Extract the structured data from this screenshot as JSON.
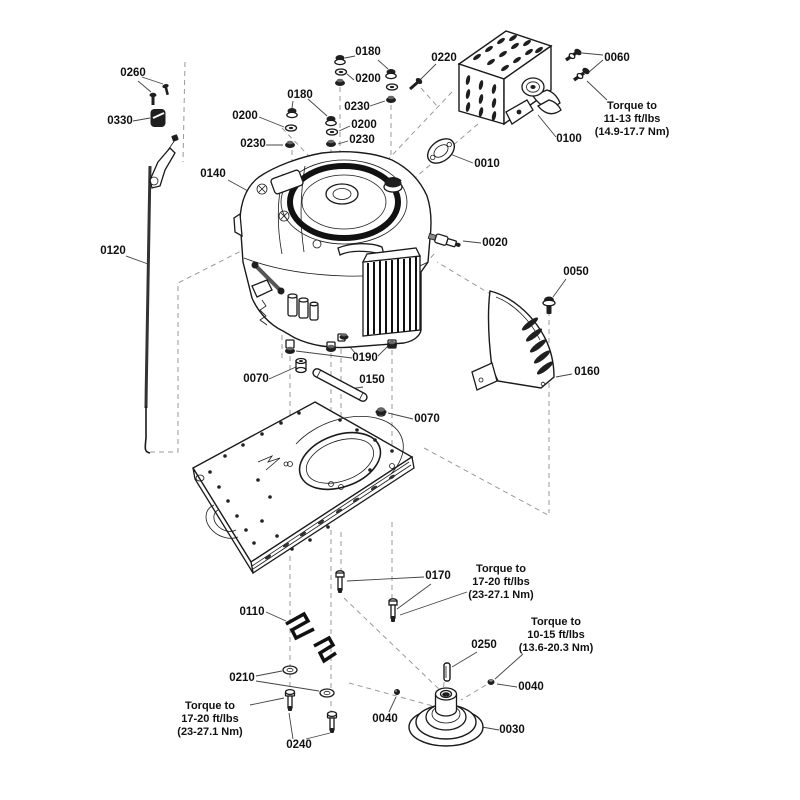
{
  "callouts": {
    "0010": "0010",
    "0020": "0020",
    "0030": "0030",
    "0040": "0040",
    "0050": "0050",
    "0060": "0060",
    "0070": "0070",
    "0100": "0100",
    "0110": "0110",
    "0120": "0120",
    "0140": "0140",
    "0150": "0150",
    "0160": "0160",
    "0170": "0170",
    "0180": "0180",
    "0190": "0190",
    "0200": "0200",
    "0210": "0210",
    "0220": "0220",
    "0230": "0230",
    "0240": "0240",
    "0250": "0250",
    "0260": "0260",
    "0330": "0330"
  },
  "notes": {
    "muffler_torque": {
      "l1": "Torque to",
      "l2": "11-13 ft/lbs",
      "l3": "(14.9-17.7 Nm)"
    },
    "mount_torque_right": {
      "l1": "Torque to",
      "l2": "17-20 ft/lbs",
      "l3": "(23-27.1 Nm)"
    },
    "mount_torque_left": {
      "l1": "Torque to",
      "l2": "17-20 ft/lbs",
      "l3": "(23-27.1 Nm)"
    },
    "pulley_torque": {
      "l1": "Torque to",
      "l2": "10-15 ft/lbs",
      "l3": "(13.6-20.3 Nm)"
    }
  },
  "colors": {
    "line": "#1a1a1a",
    "dash": "#999999",
    "background": "#ffffff"
  }
}
